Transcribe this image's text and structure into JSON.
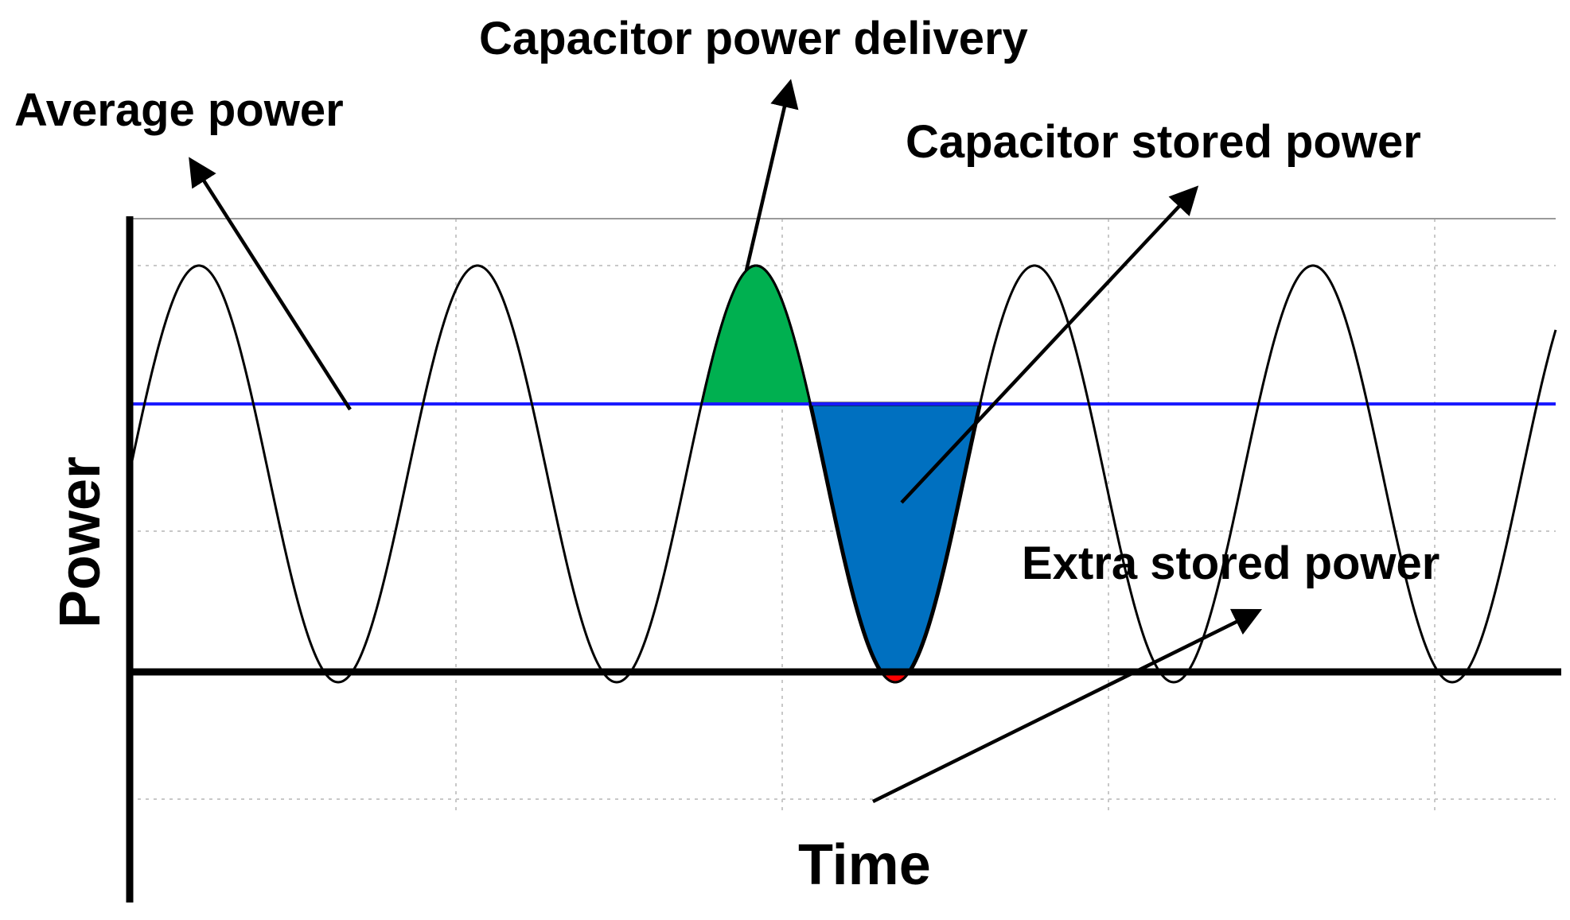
{
  "diagram": {
    "axes": {
      "x_label": "Time",
      "y_label": "Power"
    },
    "annotations": {
      "average_power": "Average power",
      "capacitor_power_delivery": "Capacitor power delivery",
      "capacitor_stored_power": "Capacitor stored power",
      "extra_stored_power": "Extra stored power"
    },
    "colors": {
      "average_power_line": "#1a1aff",
      "delivery_region": "#00b050",
      "stored_region": "#0070c0",
      "extra_region": "#ff0000",
      "waveform": "#000000",
      "grid": "#c8c8c8"
    }
  }
}
